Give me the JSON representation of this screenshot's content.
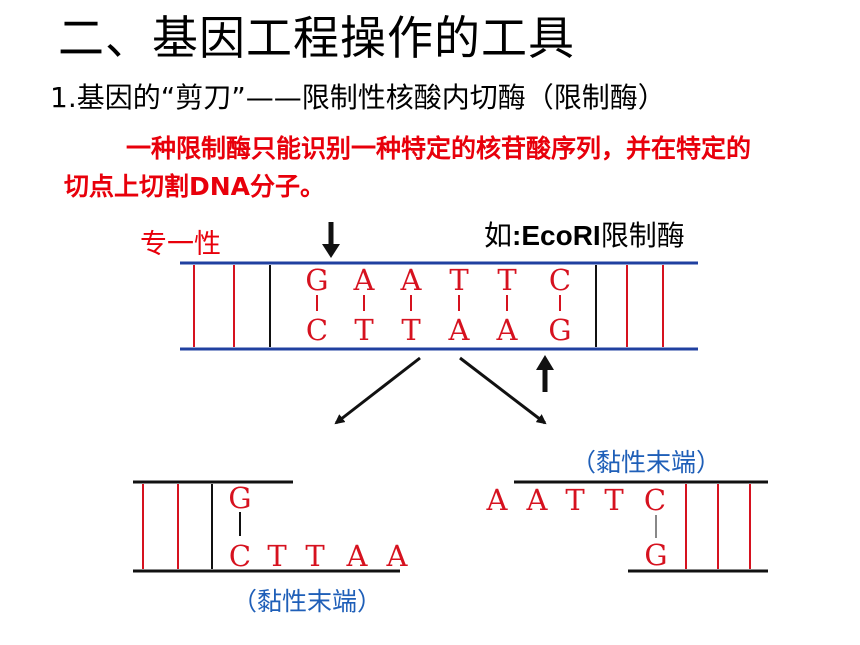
{
  "title": "二、基因工程操作的工具",
  "subtitle": "1.基因的“剪刀”——限制性核酸内切酶（限制酶）",
  "definition": "一种限制酶只能识别一种特定的核苷酸序列，并在特定的切点上切割DNA分子。",
  "specificity_label": "专一性",
  "example": {
    "prefix": "如",
    "enzyme": ":EcoRI",
    "suffix": "限制酶"
  },
  "dna": {
    "top_strand": [
      "G",
      "A",
      "A",
      "T",
      "T",
      "C"
    ],
    "bottom_strand": [
      "C",
      "T",
      "T",
      "A",
      "A",
      "G"
    ]
  },
  "left_fragment": {
    "top": "G",
    "bottom": [
      "C",
      "T",
      "T",
      "A",
      "A"
    ],
    "label": "（黏性末端）"
  },
  "right_fragment": {
    "top": [
      "A",
      "A",
      "T",
      "T",
      "C"
    ],
    "bottom": "G",
    "label": "（黏性末端）"
  },
  "colors": {
    "red_text": "#e8000b",
    "base": "#d6121f",
    "strand": "#2040a0",
    "sticky_label": "#1f5fb8"
  }
}
